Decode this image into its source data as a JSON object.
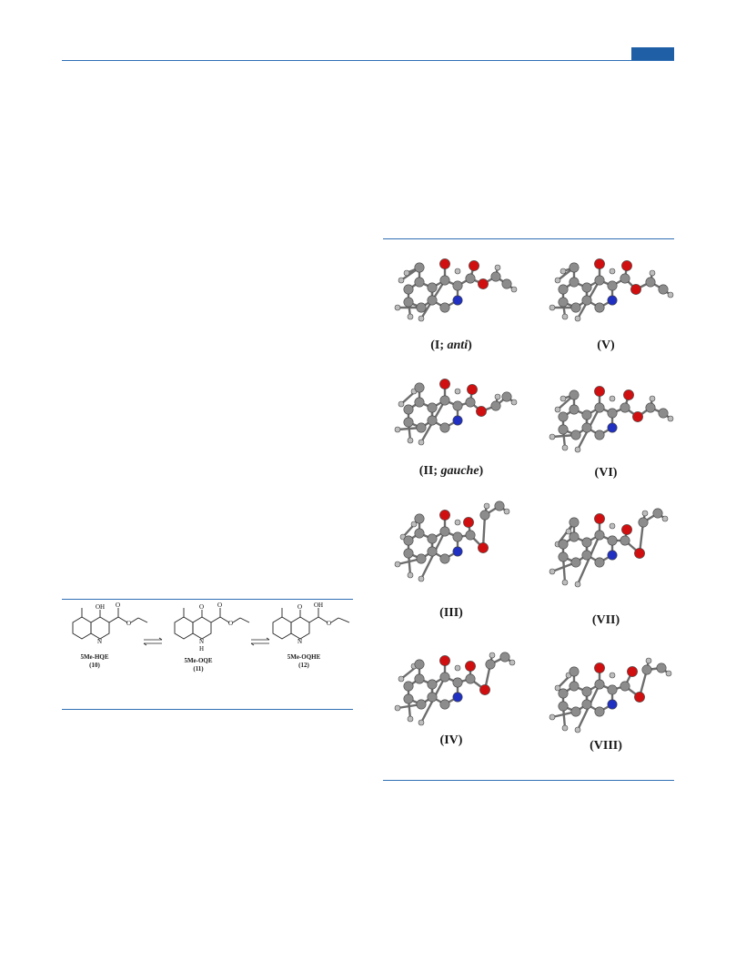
{
  "scheme": {
    "compounds": [
      {
        "name": "5Me-HQE",
        "number": "(10)",
        "group": "OH",
        "ring_n": "N"
      },
      {
        "name": "5Me-OQE",
        "number": "(11)",
        "group": "O",
        "ring_n": "N",
        "nh": "H"
      },
      {
        "name": "5Me-OQHE",
        "number": "(12)",
        "group": "O",
        "ring_n": "N",
        "enol": "OH"
      }
    ],
    "ester_o": "O"
  },
  "conformers": [
    {
      "id": "I",
      "label_pre": "(I; ",
      "label_it": "anti",
      "label_post": ")"
    },
    {
      "id": "V",
      "label": "(V)"
    },
    {
      "id": "II",
      "label_pre": "(II; ",
      "label_it": "gauche",
      "label_post": ")"
    },
    {
      "id": "VI",
      "label": "(VI)"
    },
    {
      "id": "III",
      "label": "(III)"
    },
    {
      "id": "VII",
      "label": "(VII)"
    },
    {
      "id": "IV",
      "label": "(IV)"
    },
    {
      "id": "VIII",
      "label": "(VIII)"
    }
  ],
  "colors": {
    "accent": "#2f6fb5",
    "carbon": "#8c8c8c",
    "oxygen": "#d01010",
    "nitrogen": "#2030c0",
    "hydrogen": "#bdbdbd"
  }
}
